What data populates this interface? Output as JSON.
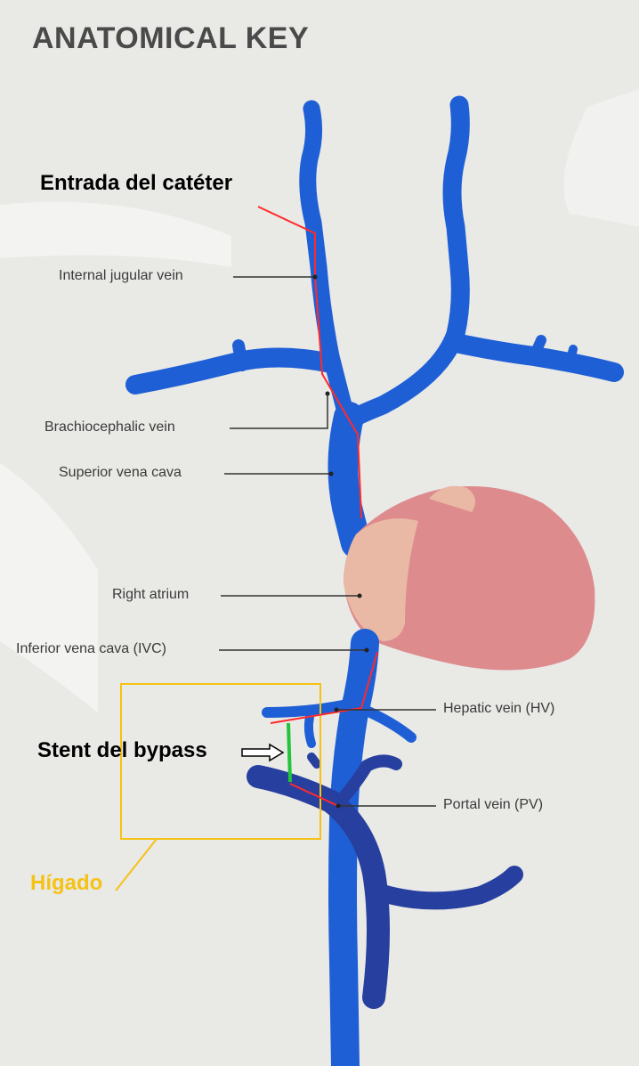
{
  "title": "ANATOMICAL KEY",
  "annotations": {
    "catheter_entry": "Entrada del catéter",
    "bypass_stent": "Stent del bypass",
    "liver": "Hígado"
  },
  "labels": {
    "internal_jugular": "Internal jugular vein",
    "brachiocephalic": "Brachiocephalic vein",
    "superior_vena_cava": "Superior vena cava",
    "right_atrium": "Right atrium",
    "inferior_vena_cava": "Inferior vena cava (IVC)",
    "hepatic_vein": "Hepatic vein (HV)",
    "portal_vein": "Portal vein (PV)"
  },
  "colors": {
    "vein": "#1f5fd6",
    "portal": "#273f9e",
    "heart_light": "#e9b9a6",
    "heart": "#de8b8e",
    "catheter": "#ff2a2a",
    "stent": "#22c43a",
    "liver_box": "#f5c215"
  }
}
